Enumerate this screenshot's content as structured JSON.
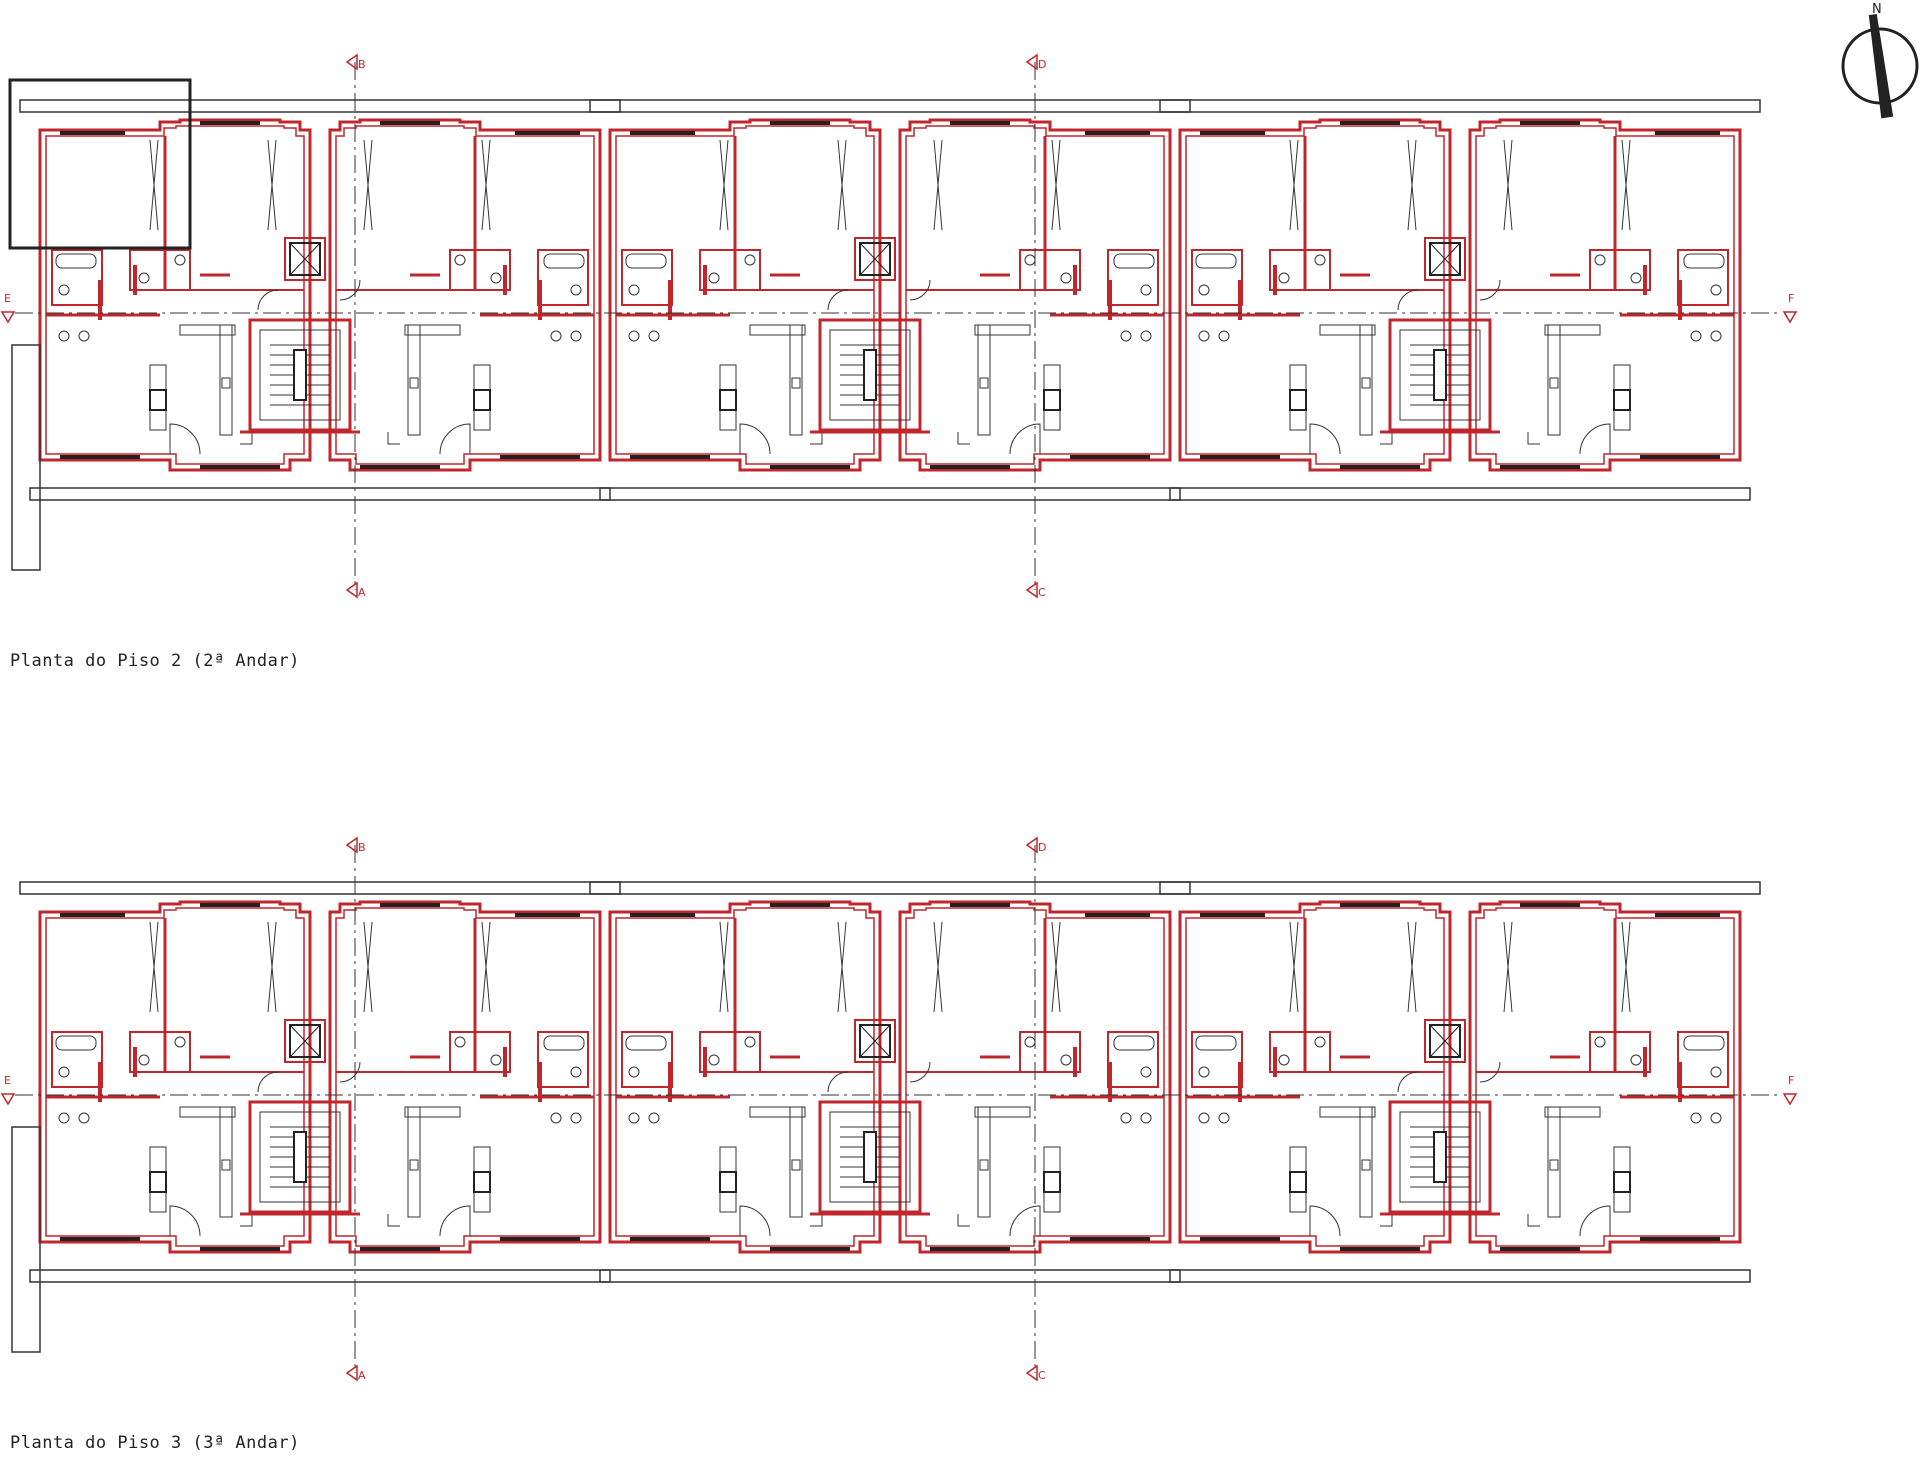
{
  "plans": [
    {
      "id": "piso2",
      "caption": "Planta do Piso 2 (2ª Andar)"
    },
    {
      "id": "piso3",
      "caption": "Planta do Piso 3 (3ª Andar)"
    }
  ],
  "section_markers": {
    "a": "A",
    "b": "B",
    "c": "C",
    "d": "D",
    "e": "E",
    "f": "F"
  },
  "north_label": "N",
  "colors": {
    "wall_red": "#c0272d",
    "line_black": "#333333",
    "background": "#ffffff"
  },
  "icons": [
    "north-arrow-icon",
    "section-marker-icon",
    "elevator-icon",
    "toilet-icon",
    "door-swing-icon",
    "bathtub-icon",
    "staircase-icon"
  ]
}
